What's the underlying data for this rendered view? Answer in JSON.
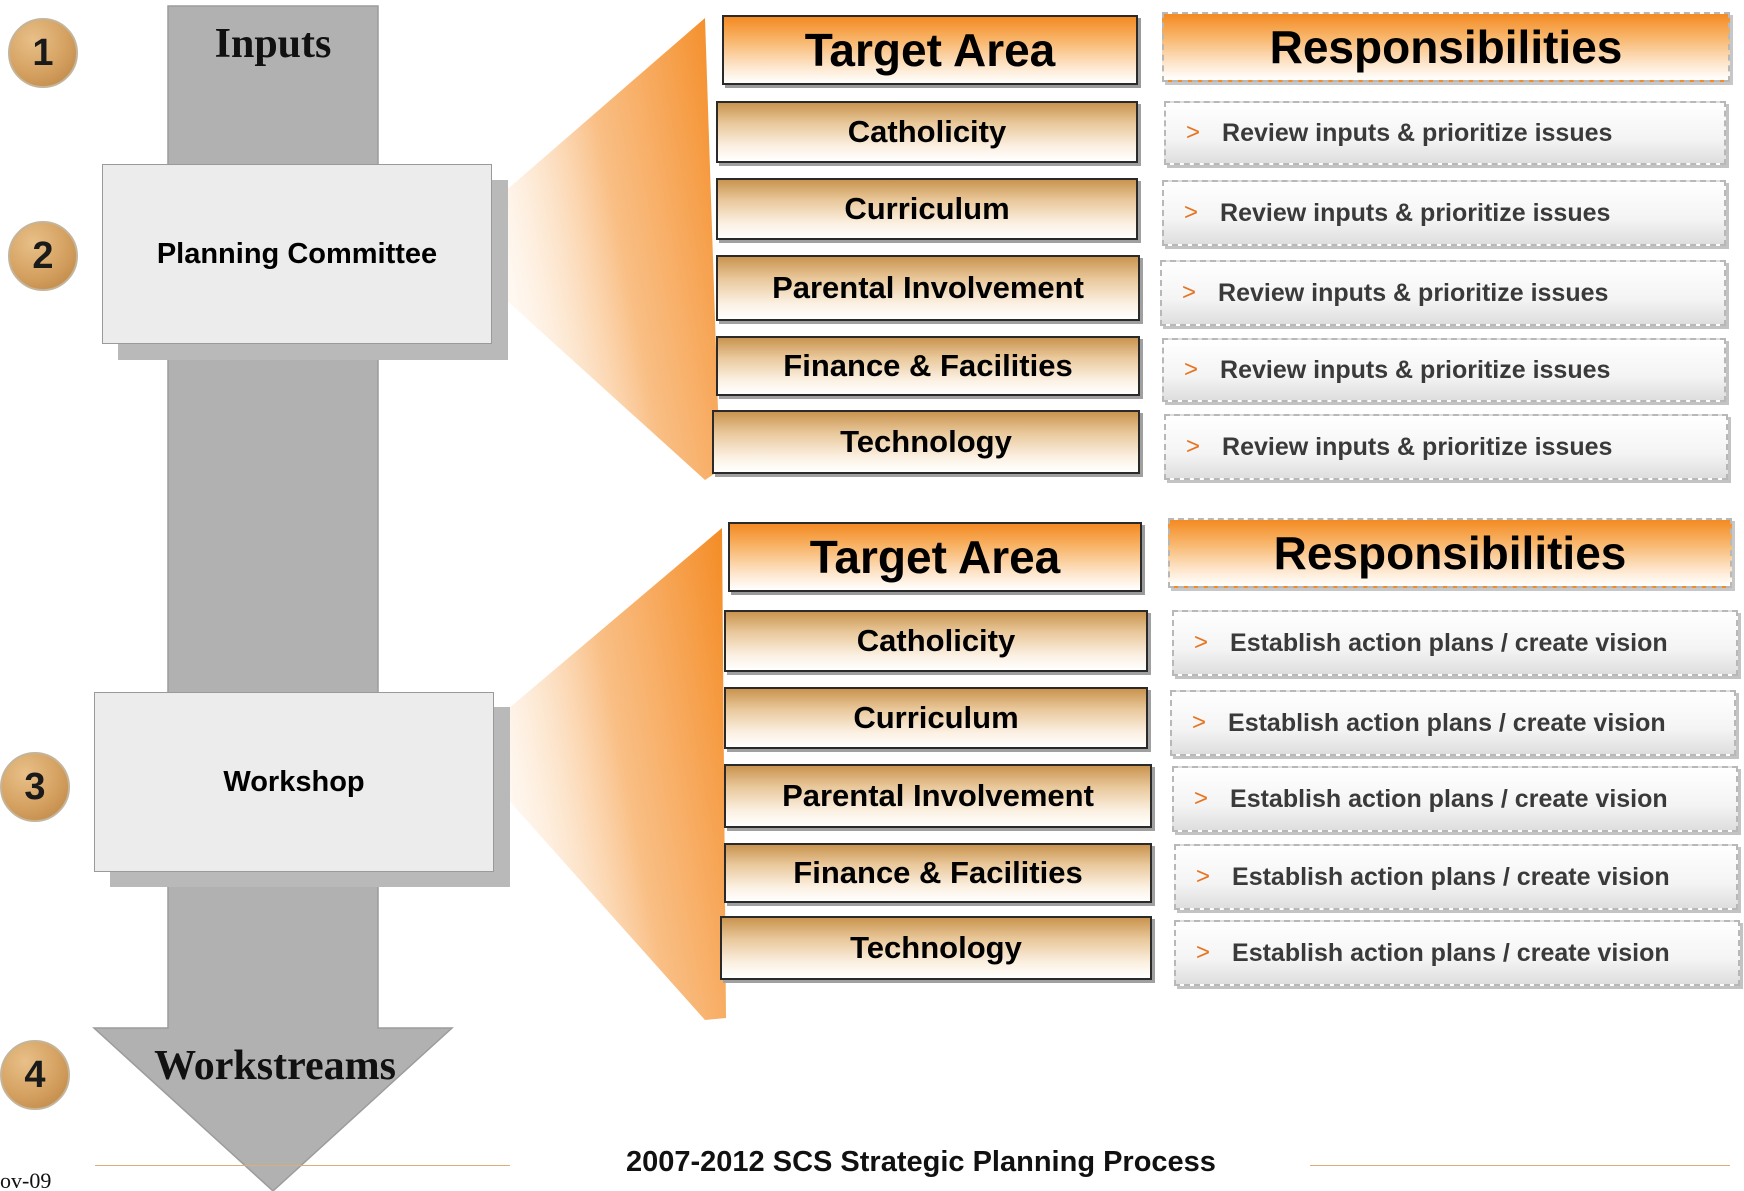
{
  "arrow": {
    "top_label": "Inputs",
    "bottom_label": "Workstreams"
  },
  "steps": [
    "1",
    "2",
    "3",
    "4"
  ],
  "phases": {
    "planning": "Planning Committee",
    "workshop": "Workshop"
  },
  "tables": [
    {
      "target_header": "Target Area",
      "resp_header": "Responsibilities",
      "rows": [
        {
          "target": "Catholicity",
          "resp": "Review inputs & prioritize issues"
        },
        {
          "target": "Curriculum",
          "resp": "Review inputs & prioritize issues"
        },
        {
          "target": "Parental Involvement",
          "resp": "Review inputs & prioritize issues"
        },
        {
          "target": "Finance & Facilities",
          "resp": "Review inputs & prioritize issues"
        },
        {
          "target": "Technology",
          "resp": "Review inputs & prioritize issues"
        }
      ]
    },
    {
      "target_header": "Target Area",
      "resp_header": "Responsibilities",
      "rows": [
        {
          "target": "Catholicity",
          "resp": "Establish action plans / create vision"
        },
        {
          "target": "Curriculum",
          "resp": "Establish action plans / create vision"
        },
        {
          "target": "Parental Involvement",
          "resp": "Establish action plans / create vision"
        },
        {
          "target": "Finance & Facilities",
          "resp": "Establish action plans / create vision"
        },
        {
          "target": "Technology",
          "resp": "Establish action plans / create vision"
        }
      ]
    }
  ],
  "bullet_glyph": ">",
  "footer": {
    "title": "2007-2012 SCS Strategic Planning Process",
    "date": "ov-09"
  },
  "colors": {
    "accent_orange": "#f48a22",
    "arrow_gray": "#b1b1b1",
    "step_gold": "#d4a060"
  }
}
